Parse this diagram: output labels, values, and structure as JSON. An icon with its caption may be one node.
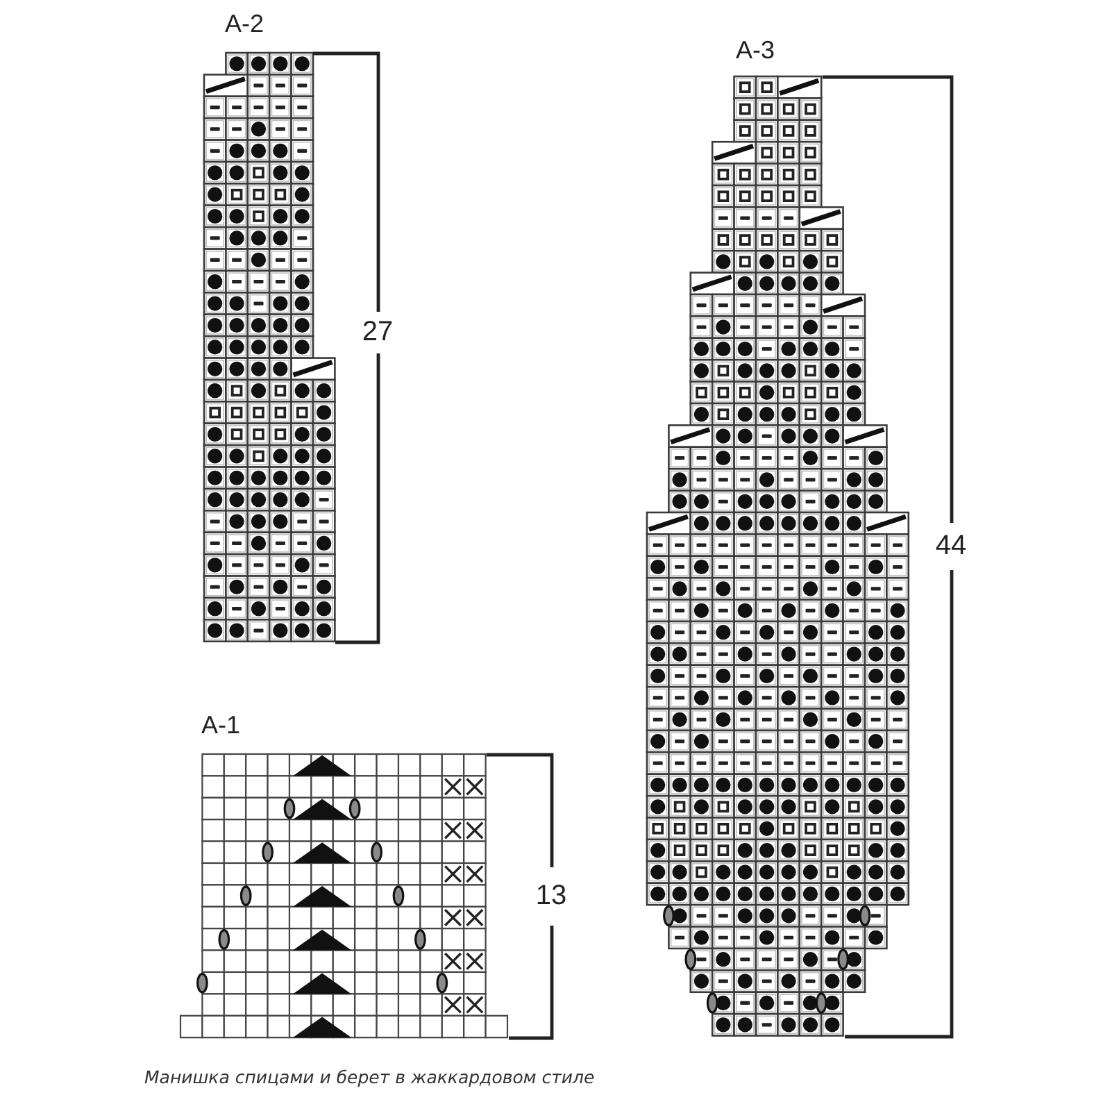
{
  "diagram": {
    "caption": "Манишка спицами и берет в жаккардовом стиле",
    "labels": [
      "A-2",
      "A-3",
      "27",
      "44",
      "A-1",
      "13"
    ]
  }
}
